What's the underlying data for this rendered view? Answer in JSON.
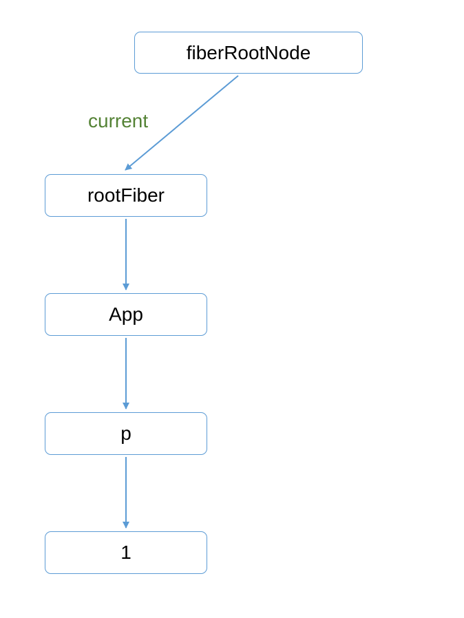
{
  "diagram": {
    "nodes": {
      "fiber_root_node": "fiberRootNode",
      "root_fiber": "rootFiber",
      "app": "App",
      "p": "p",
      "one": "1"
    },
    "edges": [
      {
        "from": "fiberRootNode",
        "to": "rootFiber",
        "label": "current"
      },
      {
        "from": "rootFiber",
        "to": "App",
        "label": ""
      },
      {
        "from": "App",
        "to": "p",
        "label": ""
      },
      {
        "from": "p",
        "to": "1",
        "label": ""
      }
    ],
    "current_label": "current"
  },
  "colors": {
    "node_border": "#5b9bd5",
    "arrow": "#5b9bd5",
    "edge_label": "#548235",
    "text": "#000000",
    "background": "#ffffff"
  }
}
